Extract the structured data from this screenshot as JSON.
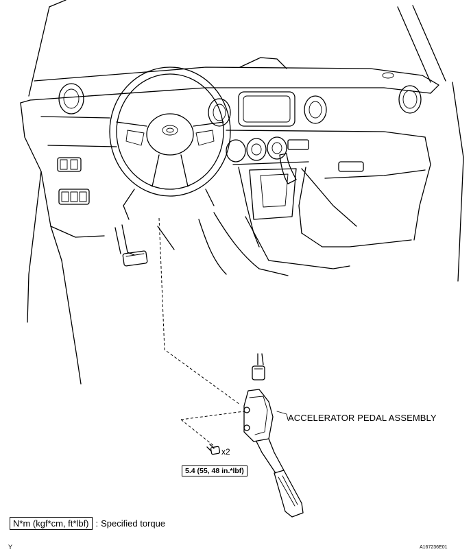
{
  "callouts": {
    "accelerator_pedal_assembly": "ACCELERATOR PEDAL ASSEMBLY",
    "quantity": "x2"
  },
  "torque": {
    "value_label": "5.4 (55, 48 in.*lbf)"
  },
  "legend": {
    "units_label": "N*m (kgf*cm, ft*lbf)",
    "separator": ":",
    "description": "Specified torque"
  },
  "corner_labels": {
    "left": "Y",
    "right": "A167236E01"
  }
}
